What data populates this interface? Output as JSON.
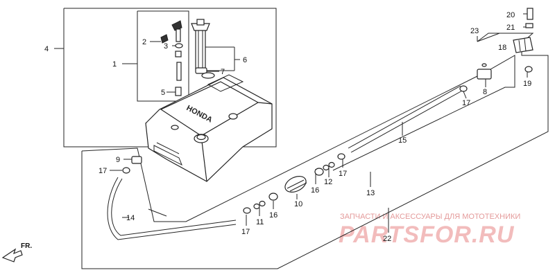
{
  "callouts": {
    "c1": "1",
    "c2": "2",
    "c3": "3",
    "c4": "4",
    "c5": "5",
    "c6": "6",
    "c7": "7",
    "c8": "8",
    "c9": "9",
    "c10": "10",
    "c11": "11",
    "c12": "12",
    "c13": "13",
    "c14": "14",
    "c15": "15",
    "c16a": "16",
    "c16b": "16",
    "c17a": "17",
    "c17b": "17",
    "c17c": "17",
    "c17d": "17",
    "c18": "18",
    "c19": "19",
    "c20": "20",
    "c21": "21",
    "c22": "22",
    "c23": "23"
  },
  "tank_brand": "HONDA",
  "direction_label": "FR.",
  "watermark": {
    "tagline": "ЗАПЧАСТИ И АКСЕССУАРЫ ДЛЯ МОТОТЕХНИКИ",
    "brand": "PARTSFOR.RU"
  },
  "colors": {
    "line": "#222222",
    "watermark": "#f2bcbc",
    "background": "#ffffff"
  }
}
